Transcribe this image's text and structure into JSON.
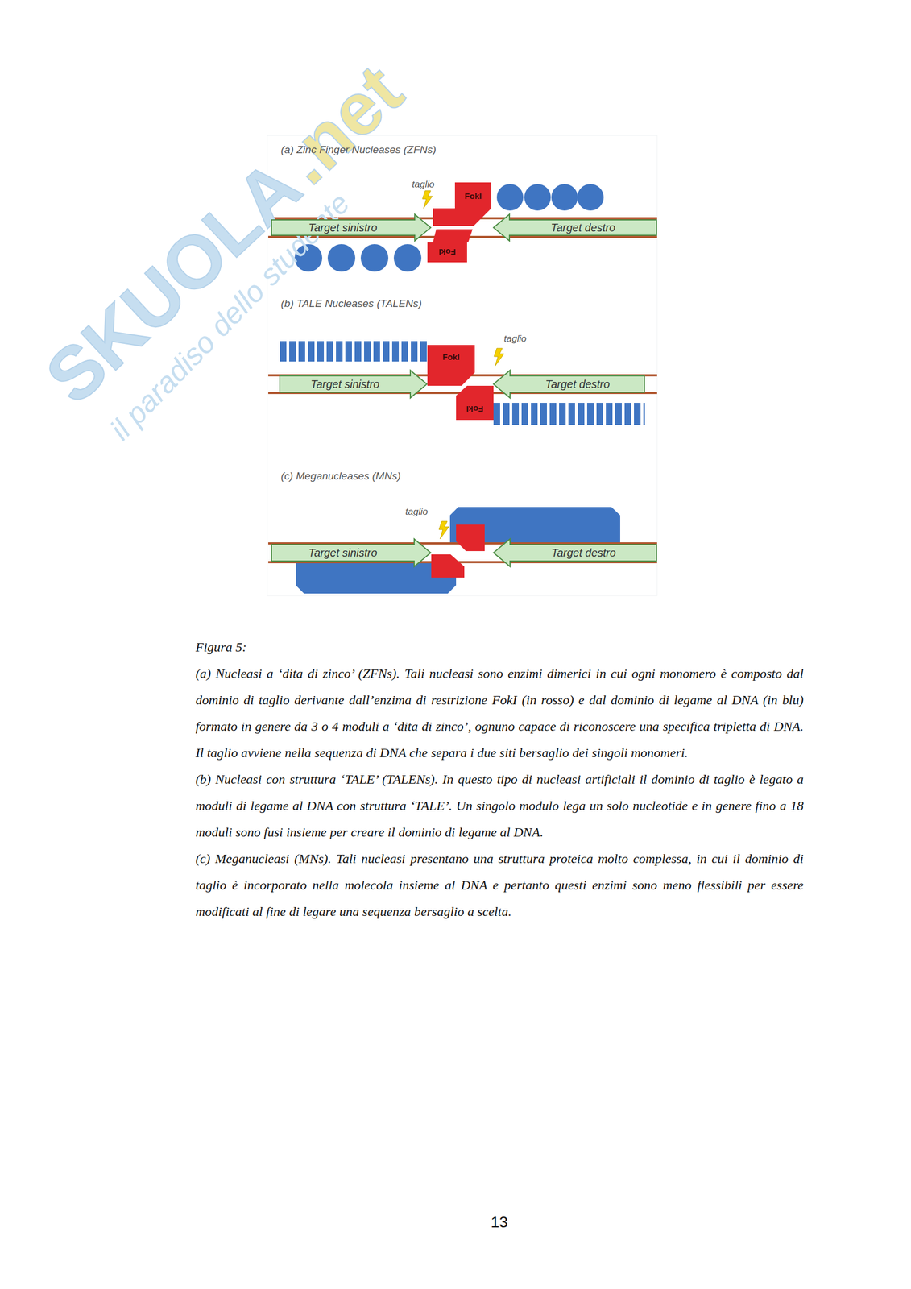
{
  "diagram": {
    "caption": "Figura 5:",
    "nodes": [
      {
        "text": [
          "Target sinistro"
        ]
      },
      {
        "text": [
          "FokI"
        ]
      },
      {
        "text": [
          "FokI"
        ]
      },
      {
        "text": [
          "Target destro"
        ]
      },
      {
        "text": [
          "Target sinistro"
        ]
      },
      {
        "text": [
          "FokI"
        ]
      },
      {
        "text": [
          "FokI"
        ]
      },
      {
        "text": [
          "Target destro"
        ]
      },
      {
        "text": [
          "Target sinistro"
        ]
      },
      {
        "text": [
          "Target destro"
        ]
      }
    ],
    "labels": [
      "SKUOLA",
      ".net",
      "il paradiso dello studente",
      "(a) Zinc Finger Nucleases (ZFNs)",
      "taglio",
      "(b) TALE Nucleases (TALENs)",
      "taglio",
      "(c) Meganucleases (MNs)",
      "taglio",
      "(a) Nucleasi a ‘dita di zinco’ (ZFNs). Tali nucleasi sono enzimi dimerici in cui ogni monomero è composto dal dominio di taglio derivante dall’enzima di restrizione FokI (in rosso) e dal dominio di legame al DNA (in blu) formato in genere da 3 o 4 moduli a ‘dita di zinco’, ognuno capace di riconoscere una specifica tripletta di DNA. Il taglio avviene nella sequenza di DNA che separa i due siti bersaglio dei singoli monomeri.",
      "(b) Nucleasi con struttura ‘TALE’ (TALENs). In questo tipo di nucleasi artificiali il dominio di taglio è legato a moduli di legame al DNA con struttura ‘TALE’. Un singolo modulo lega un solo nucleotide e in genere fino a 18 moduli sono fusi insieme per creare il dominio di legame al DNA.",
      "(c) Meganucleasi (MNs). Tali nucleasi presentano una struttura proteica molto complessa, in cui il dominio di taglio è incorporato nella molecola insieme al DNA e pertanto questi enzimi sono meno flessibili per essere modificati al fine di legare una sequenza bersaglio a scelta.",
      "13"
    ]
  }
}
